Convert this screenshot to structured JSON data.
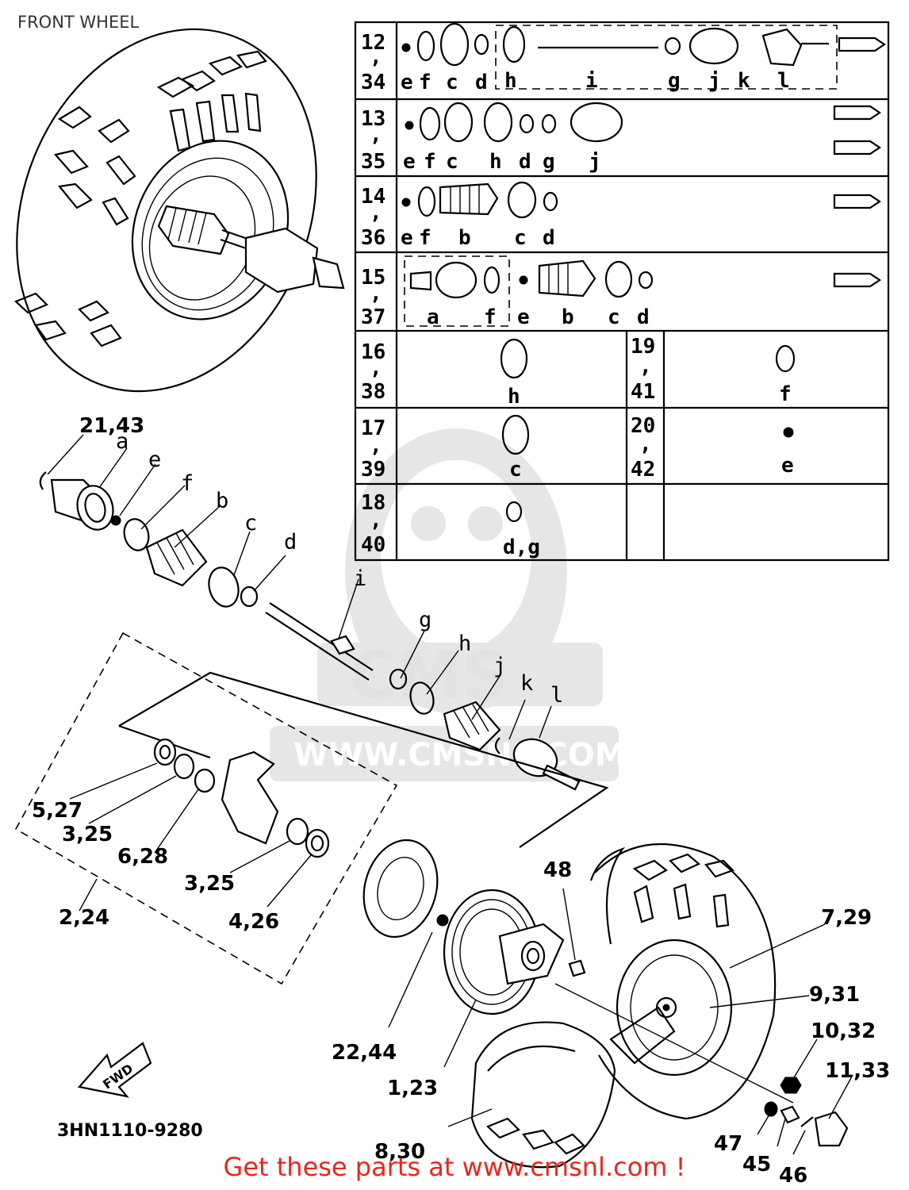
{
  "header": {
    "title": "FRONT WHEEL"
  },
  "footer": {
    "text": "Get these parts at www.cmsnl.com !"
  },
  "watermark": {
    "logo_text": "CMS",
    "url_text": "WWW.CMSNL.COM"
  },
  "diagram": {
    "part_code": "3HN1110-9280",
    "fwd_label": "FWD",
    "callouts": {
      "c1_23": "1,23",
      "c2_24": "2,24",
      "c3_25_a": "3,25",
      "c3_25_b": "3,25",
      "c4_26": "4,26",
      "c5_27": "5,27",
      "c6_28": "6,28",
      "c7_29": "7,29",
      "c8_30": "8,30",
      "c9_31": "9,31",
      "c10_32": "10,32",
      "c11_33": "11,33",
      "c21_43": "21,43",
      "c22_44": "22,44",
      "c45": "45",
      "c46": "46",
      "c47": "47",
      "c48": "48"
    },
    "parts": {
      "a": "a",
      "b": "b",
      "c": "c",
      "d": "d",
      "e": "e",
      "f": "f",
      "g": "g",
      "h": "h",
      "i": "i",
      "j": "j",
      "k": "k",
      "l": "l"
    },
    "table": {
      "rows": [
        {
          "top": "12",
          "bottom": "34",
          "letters": [
            "e",
            "f",
            "c",
            "d",
            "h",
            "i",
            "g",
            "j",
            "k",
            "l"
          ]
        },
        {
          "top": "13",
          "bottom": "35",
          "letters": [
            "e",
            "f",
            "c",
            "h",
            "d",
            "g",
            "j"
          ]
        },
        {
          "top": "14",
          "bottom": "36",
          "letters": [
            "e",
            "f",
            "b",
            "c",
            "d"
          ]
        },
        {
          "top": "15",
          "bottom": "37",
          "letters": [
            "a",
            "f",
            "e",
            "b",
            "c",
            "d"
          ]
        }
      ],
      "cells": [
        {
          "top": "16",
          "bottom": "38",
          "letter": "h"
        },
        {
          "top": "19",
          "bottom": "41",
          "letter": "f"
        },
        {
          "top": "17",
          "bottom": "39",
          "letter": "c"
        },
        {
          "top": "20",
          "bottom": "42",
          "letter": "e"
        },
        {
          "top": "18",
          "bottom": "40",
          "letter": "d,g"
        }
      ]
    }
  }
}
